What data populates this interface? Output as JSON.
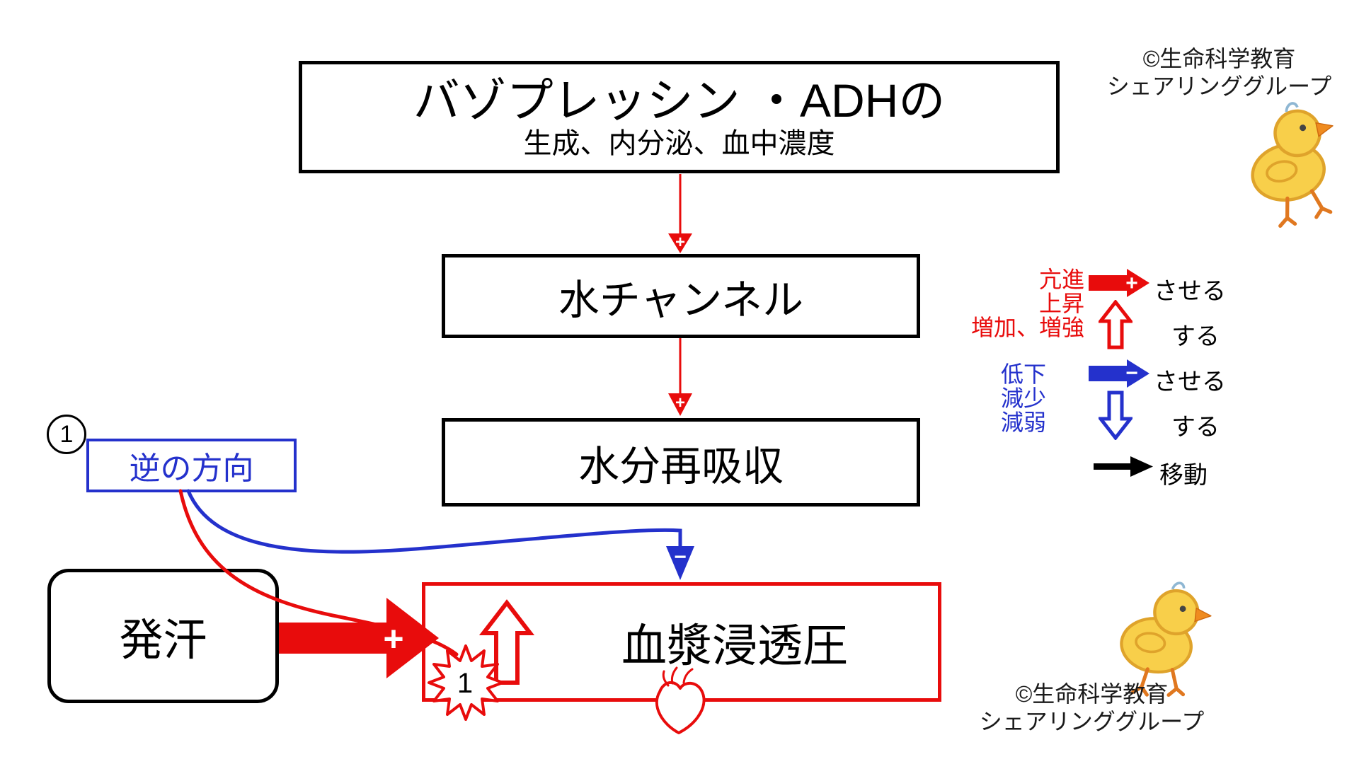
{
  "palette": {
    "red": "#e80c0c",
    "blue": "#2431cc",
    "black": "#000000",
    "chick_yellow": "#f8cf4a",
    "chick_orange": "#e07820"
  },
  "boxes": {
    "adh": {
      "title": "バゾプレッシン ・ADHの",
      "subtitle": "生成、内分泌、血中濃度"
    },
    "water_channel": {
      "label": "水チャンネル"
    },
    "water_reabsorption": {
      "label": "水分再吸収"
    },
    "plasma_osmosis": {
      "label": "血漿浸透圧"
    },
    "sweating": {
      "label": "発汗"
    },
    "reverse": {
      "label": "逆の方向"
    }
  },
  "markers": {
    "circled_number": "1",
    "starburst_number": "1"
  },
  "icons": {
    "plus": "+",
    "minus": "−"
  },
  "legend": {
    "increase_terms": [
      "亢進",
      "上昇",
      "増加、増強"
    ],
    "decrease_terms": [
      "低下",
      "減少",
      "減弱"
    ],
    "cause_label": "させる",
    "do_label": "する",
    "move_label": "移動"
  },
  "copyright": {
    "line1": "©生命科学教育",
    "line2": "シェアリンググループ"
  }
}
